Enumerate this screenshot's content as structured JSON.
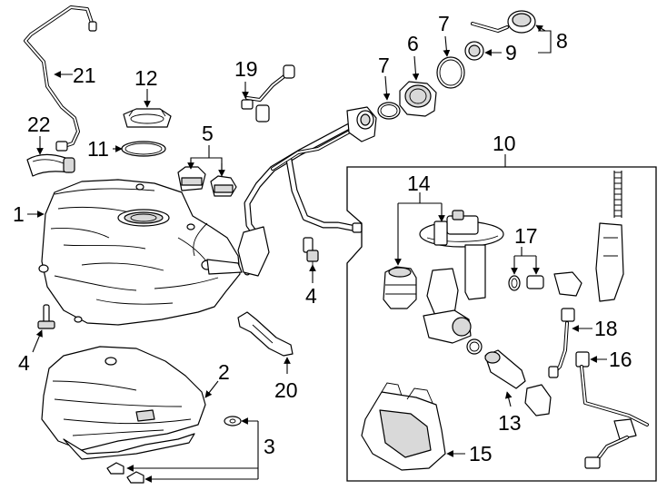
{
  "callouts": [
    {
      "id": "1",
      "label": "1"
    },
    {
      "id": "2",
      "label": "2"
    },
    {
      "id": "3",
      "label": "3"
    },
    {
      "id": "4a",
      "label": "4"
    },
    {
      "id": "4b",
      "label": "4"
    },
    {
      "id": "5",
      "label": "5"
    },
    {
      "id": "6",
      "label": "6"
    },
    {
      "id": "7a",
      "label": "7"
    },
    {
      "id": "7b",
      "label": "7"
    },
    {
      "id": "8",
      "label": "8"
    },
    {
      "id": "9",
      "label": "9"
    },
    {
      "id": "10",
      "label": "10"
    },
    {
      "id": "11",
      "label": "11"
    },
    {
      "id": "12",
      "label": "12"
    },
    {
      "id": "13",
      "label": "13"
    },
    {
      "id": "14",
      "label": "14"
    },
    {
      "id": "15",
      "label": "15"
    },
    {
      "id": "16",
      "label": "16"
    },
    {
      "id": "17",
      "label": "17"
    },
    {
      "id": "18",
      "label": "18"
    },
    {
      "id": "19",
      "label": "19"
    },
    {
      "id": "20",
      "label": "20"
    },
    {
      "id": "21",
      "label": "21"
    },
    {
      "id": "22",
      "label": "22"
    }
  ]
}
